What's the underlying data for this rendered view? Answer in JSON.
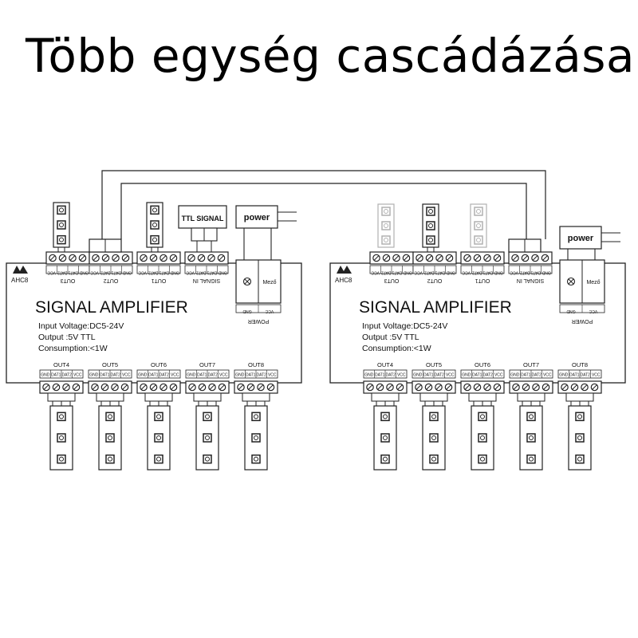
{
  "title": "Több egység cascádázása",
  "units": [
    {
      "logo_text": "AHC8",
      "heading": "SIGNAL AMPLIFIER",
      "spec_lines": [
        "Input Voltage:DC5-24V",
        "Output :5V  TTL",
        "Consumption:<1W"
      ],
      "top_outputs": [
        "OUT3",
        "OUT2",
        "OUT1"
      ],
      "signal_in_label": "SIGNAL IN",
      "power_label": "POWER",
      "mezo_label": "Mező",
      "gnd_label": "GND",
      "vcc_label": "VCC",
      "bottom_outputs": [
        "OUT4",
        "OUT5",
        "OUT6",
        "OUT7",
        "OUT8"
      ],
      "pin_labels": [
        "GND",
        "DAT1",
        "DAT2",
        "VCC"
      ],
      "ttl_signal_label": "TTL SIGNAL",
      "power_box_label": "power"
    },
    {
      "logo_text": "AHC8",
      "heading": "SIGNAL AMPLIFIER",
      "spec_lines": [
        "Input Voltage:DC5-24V",
        "Output :5V  TTL",
        "Consumption:<1W"
      ],
      "top_outputs": [
        "OUT3",
        "OUT2",
        "OUT1"
      ],
      "signal_in_label": "SIGNAL IN",
      "power_label": "POWER",
      "mezo_label": "Mező",
      "gnd_label": "GND",
      "vcc_label": "VCC",
      "bottom_outputs": [
        "OUT4",
        "OUT5",
        "OUT6",
        "OUT7",
        "OUT8"
      ],
      "pin_labels": [
        "GND",
        "DAT1",
        "DAT2",
        "VCC"
      ],
      "power_box_label": "power"
    }
  ]
}
